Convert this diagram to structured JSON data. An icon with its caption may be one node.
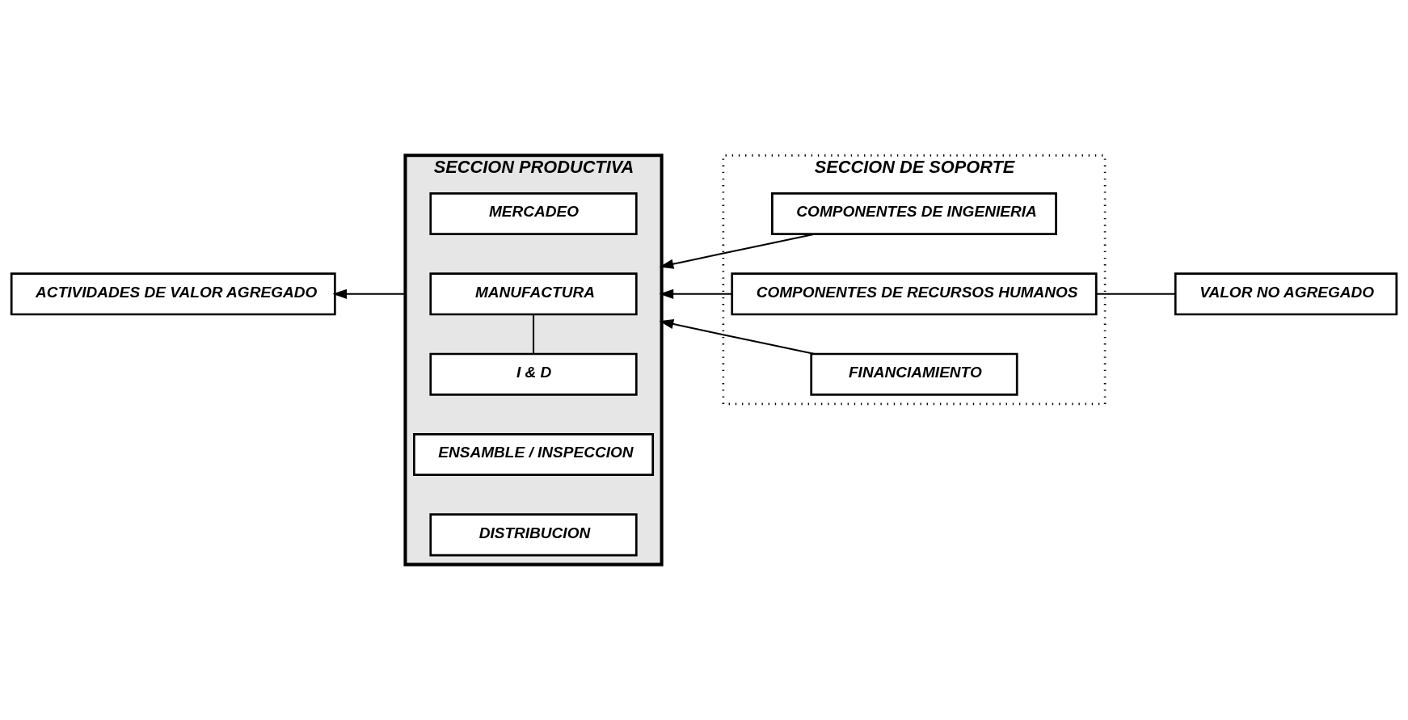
{
  "diagram": {
    "nodes": [
      {
        "text": [
          "SECCION PRODUCTIVA"
        ]
      },
      {
        "text": [
          "MERCADEO"
        ],
        "in": 0
      },
      {
        "text": [
          "I & D"
        ],
        "in": 0
      },
      {
        "text": [
          "MANUFACTURA"
        ],
        "in": 0
      },
      {
        "text": [
          "ENSAMBLE / INSPECCION"
        ],
        "in": 0
      },
      {
        "text": [
          "DISTRIBUCION"
        ],
        "in": 0
      },
      {
        "text": [
          "ACTIVIDADES DE VALOR AGREGADO"
        ]
      },
      {
        "text": [
          "SECCION DE SOPORTE"
        ]
      },
      {
        "text": [
          "COMPONENTES DE INGENIERIA"
        ],
        "in": 7
      },
      {
        "text": [
          "COMPONENTES DE RECURSOS HUMANOS"
        ],
        "in": 7
      },
      {
        "text": [
          "FINANCIAMIENTO"
        ],
        "in": 7
      },
      {
        "text": [
          "VALOR NO AGREGADO"
        ]
      }
    ],
    "edges": [
      {
        "from": 0,
        "to": 6,
        "arrow": "to"
      },
      {
        "from": 8,
        "to": 0,
        "arrow": "to"
      },
      {
        "from": 9,
        "to": 0,
        "arrow": "to"
      },
      {
        "from": 10,
        "to": 0,
        "arrow": "to"
      },
      {
        "from": 9,
        "to": 11,
        "arrow": "none"
      },
      {
        "from": 2,
        "to": 3,
        "arrow": "none"
      }
    ]
  }
}
